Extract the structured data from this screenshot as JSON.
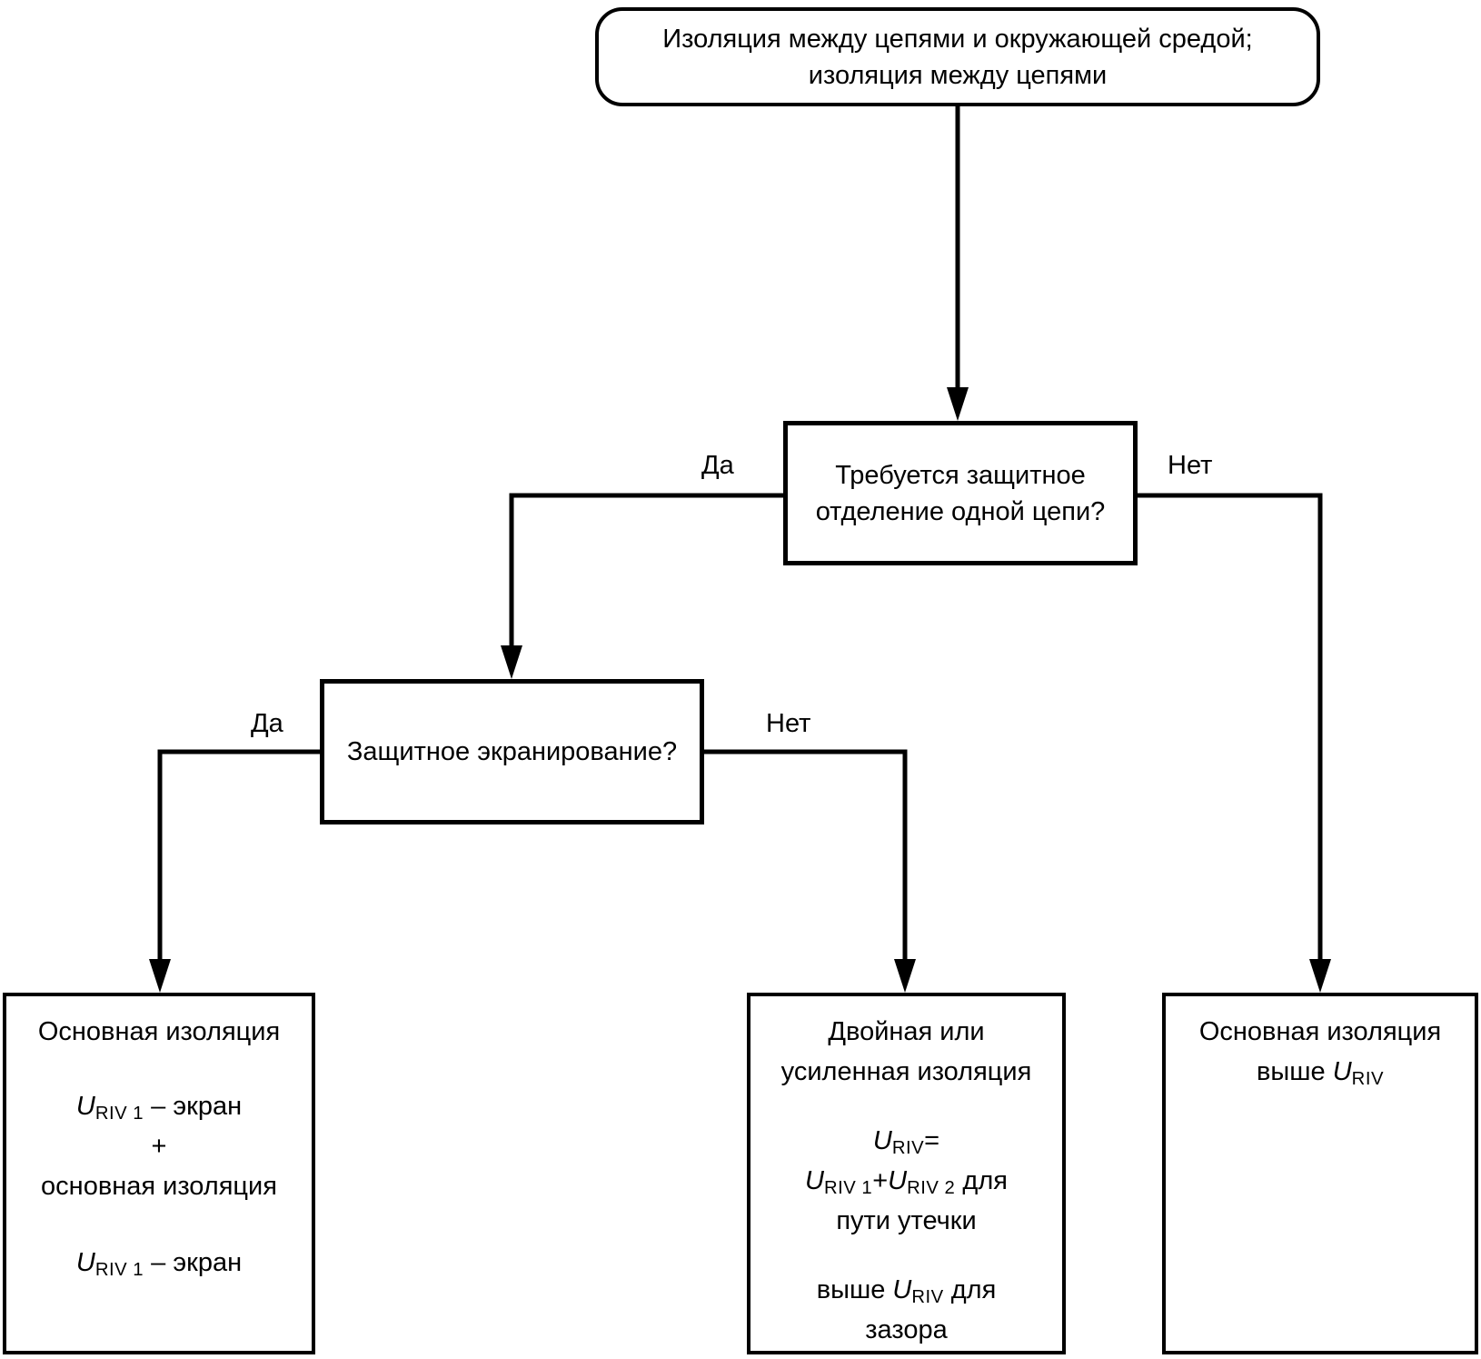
{
  "canvas": {
    "background": "#ffffff",
    "line_color": "#000000"
  },
  "sym": {
    "u": "U",
    "riv": "RIV",
    "riv1": "RIV 1",
    "riv2": "RIV 2",
    "plus": "+",
    "equals": "="
  },
  "labels": {
    "yes": "Да",
    "no": "Нет"
  },
  "nodes": {
    "start": {
      "line1": "Изоляция между цепями и окружающей средой;",
      "line2": "изоляция между цепями"
    },
    "decision_separation": {
      "line1": "Требуется защитное",
      "line2": "отделение одной цепи?"
    },
    "decision_screening": {
      "line1": "Защитное экранирование?"
    },
    "result_screen": {
      "line1": "Основная изоляция",
      "screen_suffix": " – экран",
      "plus": "+",
      "line4": "основная изоляция"
    },
    "result_double": {
      "line1": "Двойная или",
      "line2": "усиленная изоляция",
      "for_suffix": " для",
      "line5": "пути утечки",
      "above_prefix": "выше ",
      "line7": "зазора"
    },
    "result_basic": {
      "line1": "Основная изоляция",
      "above_prefix": "выше "
    }
  }
}
